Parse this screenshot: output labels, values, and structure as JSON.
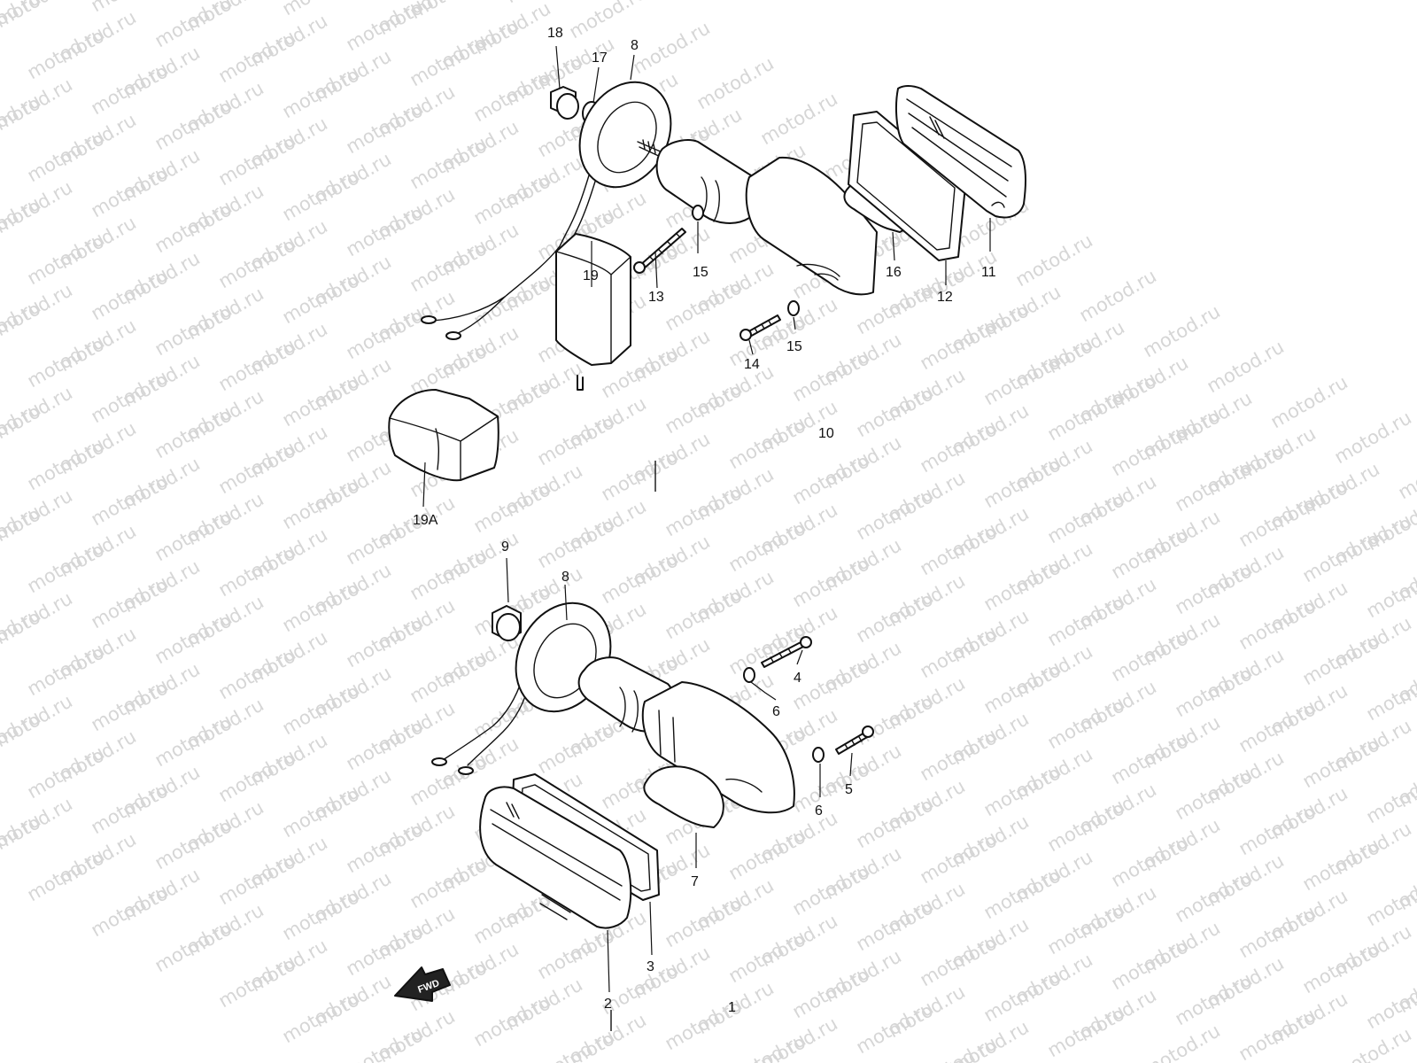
{
  "watermark": {
    "text": "motod.ru",
    "color": "#d6d6d6"
  },
  "labels": {
    "n1": "1",
    "n2": "2",
    "n3": "3",
    "n4": "4",
    "n5": "5",
    "n6a": "6",
    "n6b": "6",
    "n7": "7",
    "n8a": "8",
    "n8b": "8",
    "n9": "9",
    "n10": "10",
    "n11": "11",
    "n12": "12",
    "n13": "13",
    "n14": "14",
    "n15a": "15",
    "n15b": "15",
    "n16": "16",
    "n17": "17",
    "n18": "18",
    "n19": "19",
    "n19a": "19A"
  },
  "direction_arrow": {
    "label": "FWD"
  }
}
